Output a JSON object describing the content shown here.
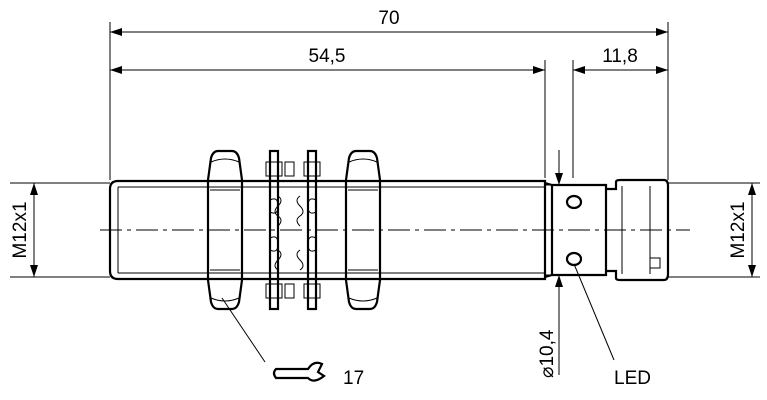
{
  "dimensions": {
    "total_length": "70",
    "thread_length": "54,5",
    "connector_length": "11,8",
    "thread_left": "M12x1",
    "thread_right": "M12x1",
    "body_diameter": "⌀10,4"
  },
  "labels": {
    "wrench_size": "17",
    "led": "LED"
  }
}
